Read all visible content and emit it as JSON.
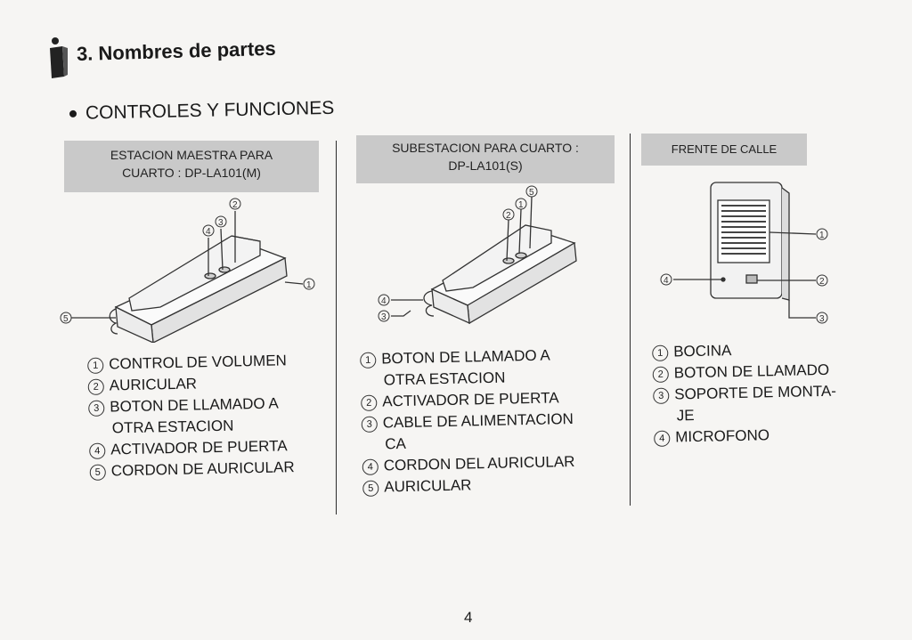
{
  "header": {
    "section_title": "3. Nombres de partes",
    "icon": "info-icon"
  },
  "subsection_title": "CONTROLES Y FUNCIONES",
  "columns": [
    {
      "label_line1": "ESTACION MAESTRA PARA",
      "label_line2": "CUARTO : DP-LA101(M)",
      "callouts": [
        "1",
        "2",
        "3",
        "4",
        "5"
      ],
      "parts": [
        {
          "num": "1",
          "text": "CONTROL DE VOLUMEN"
        },
        {
          "num": "2",
          "text": "AURICULAR"
        },
        {
          "num": "3",
          "text": "BOTON DE LLAMADO A",
          "cont": "OTRA ESTACION"
        },
        {
          "num": "4",
          "text": "ACTIVADOR DE PUERTA"
        },
        {
          "num": "5",
          "text": "CORDON DE AURICULAR"
        }
      ]
    },
    {
      "label_line1": "SUBESTACION PARA CUARTO :",
      "label_line2": "DP-LA101(S)",
      "callouts": [
        "1",
        "2",
        "3",
        "4",
        "5"
      ],
      "parts": [
        {
          "num": "1",
          "text": "BOTON DE LLAMADO A",
          "cont": "OTRA ESTACION"
        },
        {
          "num": "2",
          "text": "ACTIVADOR DE PUERTA"
        },
        {
          "num": "3",
          "text": "CABLE DE ALIMENTACION",
          "cont": "CA"
        },
        {
          "num": "4",
          "text": "CORDON DEL AURICULAR"
        },
        {
          "num": "5",
          "text": "AURICULAR"
        }
      ]
    },
    {
      "label_line1": "FRENTE DE CALLE",
      "callouts": [
        "1",
        "2",
        "3",
        "4"
      ],
      "parts": [
        {
          "num": "1",
          "text": "BOCINA"
        },
        {
          "num": "2",
          "text": "BOTON DE LLAMADO"
        },
        {
          "num": "3",
          "text": "SOPORTE DE MONTA-",
          "cont": "JE"
        },
        {
          "num": "4",
          "text": "MICROFONO"
        }
      ]
    }
  ],
  "page_number": "4"
}
